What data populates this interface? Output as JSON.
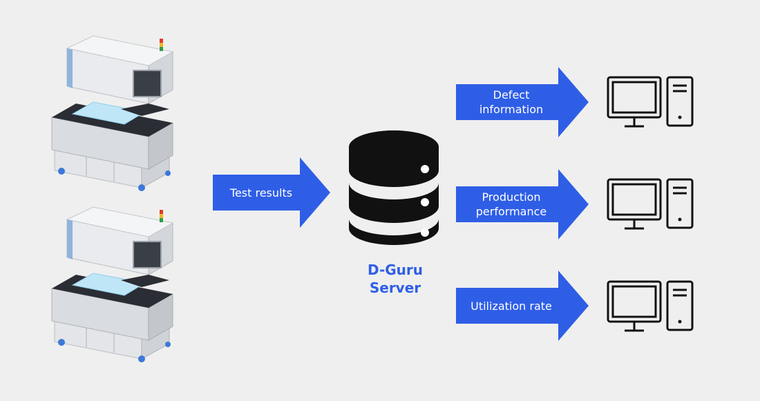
{
  "colors": {
    "background": "#efefef",
    "arrow": "#2f5ee6",
    "server_label": "#2f5ee6",
    "database": "#111111",
    "computer_stroke": "#111111"
  },
  "icons": [
    "test-machine-illustration",
    "database-icon",
    "computer-icon"
  ],
  "input_arrow": {
    "label": "Test results"
  },
  "server": {
    "line1": "D-Guru",
    "line2": "Server"
  },
  "outputs": [
    {
      "line1": "Defect",
      "line2": "information"
    },
    {
      "line1": "Production",
      "line2": "performance"
    },
    {
      "line1": "Utilization rate",
      "line2": ""
    }
  ]
}
